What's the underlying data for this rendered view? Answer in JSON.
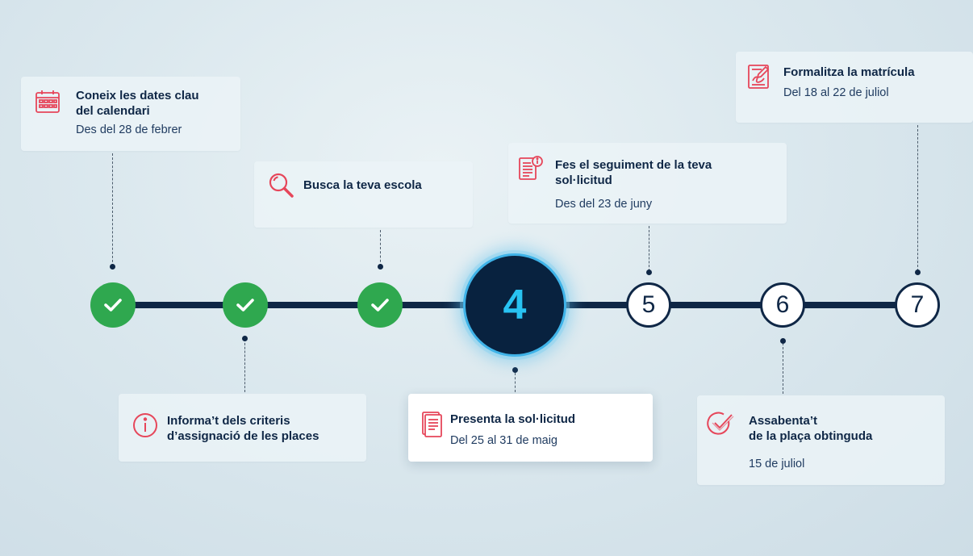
{
  "colors": {
    "accent_icon": "#e6465a",
    "track": "#0f2746",
    "done_green": "#2fa84f",
    "current_fill": "#08223f",
    "current_number": "#28c3f2"
  },
  "steps": [
    {
      "state": "done",
      "label": "",
      "icon": "calendar-icon",
      "title": "Coneix les dates clau\ndel calendari",
      "date": "Des del 28 de febrer"
    },
    {
      "state": "done",
      "label": "",
      "icon": "info-icon",
      "title": "Informa’t dels criteris\nd’assignació de les places",
      "date": ""
    },
    {
      "state": "done",
      "label": "",
      "icon": "search-icon",
      "title": "Busca la teva escola",
      "date": ""
    },
    {
      "state": "current",
      "label": "4",
      "icon": "document-icon",
      "title": "Presenta la sol·licitud",
      "date": "Del 25 al 31 de maig"
    },
    {
      "state": "future",
      "label": "5",
      "icon": "tracking-document-icon",
      "title": "Fes el seguiment de la teva\nsol·licitud",
      "date": "Des del 23 de juny"
    },
    {
      "state": "future",
      "label": "6",
      "icon": "check-badge-icon",
      "title": "Assabenta’t\nde la plaça obtinguda",
      "date": "15 de juliol"
    },
    {
      "state": "future",
      "label": "7",
      "icon": "enrolment-form-icon",
      "title": "Formalitza la matrícula",
      "date": "Del 18 al 22 de juliol"
    }
  ]
}
